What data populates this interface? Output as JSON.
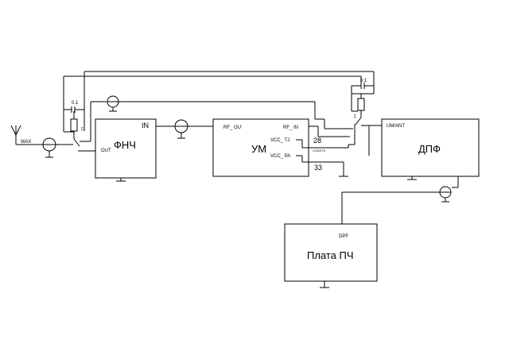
{
  "blocks": {
    "lpf": {
      "title": "ФНЧ",
      "pin_in": "IN",
      "pin_out": "OUT"
    },
    "pa": {
      "title": "УМ",
      "pin_rf_out": "RF_ OU'",
      "pin_rf_in": "RF_ IN",
      "pin_vcc_tx": "VCC_ TJ",
      "pin_vcc_pa": "VCC_ PA"
    },
    "bpf": {
      "title": "ДПФ",
      "pin_um_ant": "UM/ANT"
    },
    "if_board": {
      "title": "Плата ПЧ",
      "pin_dpf": "DPF"
    }
  },
  "labels": {
    "antenna": "WAX",
    "cap_left": "0.1",
    "cap_right": "0.1",
    "relay_left": "K1",
    "relay_right": "K2",
    "net_28": "28",
    "net_33": "33",
    "net_coaxtx": "COAXTX"
  }
}
